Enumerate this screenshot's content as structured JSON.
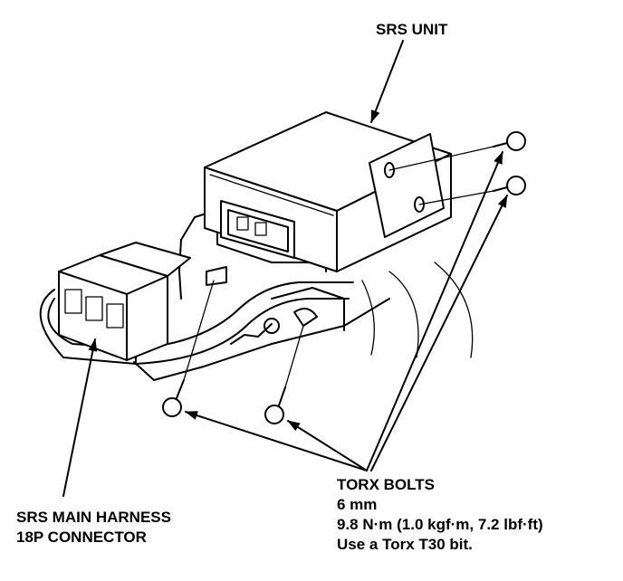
{
  "labels": {
    "srs_unit": "SRS UNIT",
    "harness": [
      "SRS MAIN HARNESS",
      "18P CONNECTOR"
    ],
    "torx": [
      "TORX BOLTS",
      "6 mm",
      "9.8 N·m (1.0 kgf·m, 7.2 lbf·ft)",
      "Use a Torx T30 bit."
    ]
  },
  "colors": {
    "ink": "#000000",
    "paper": "#ffffff"
  }
}
